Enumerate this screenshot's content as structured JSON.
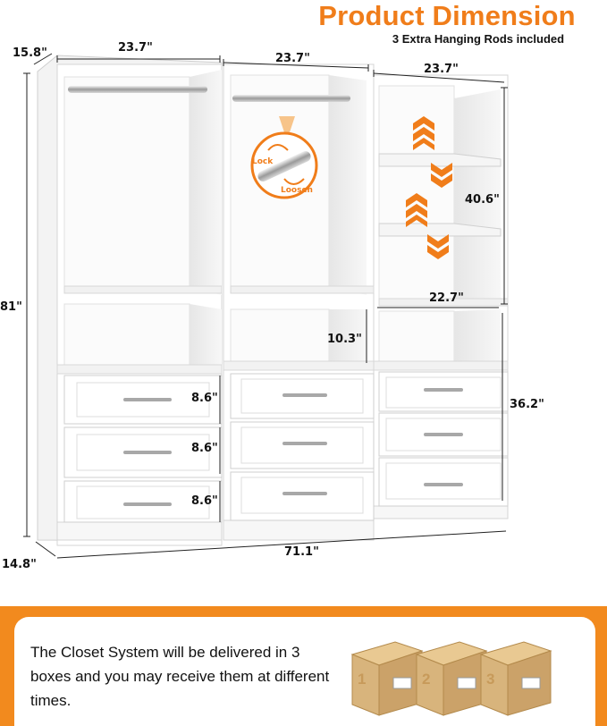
{
  "header": {
    "title": "Product Dimension",
    "subtitle": "3 Extra Hanging Rods included"
  },
  "dimensions": {
    "depth_top": "15.8\"",
    "width_left": "23.7\"",
    "width_middle": "23.7\"",
    "width_right": "23.7\"",
    "total_height": "81\"",
    "shelf_height": "40.6\"",
    "shelf_width": "22.7\"",
    "open_cubby": "10.3\"",
    "drawer_height_1": "8.6\"",
    "drawer_height_2": "8.6\"",
    "drawer_height_3": "8.6\"",
    "lower_height": "36.2\"",
    "depth_bottom": "14.8\"",
    "total_width": "71.1\""
  },
  "callout": {
    "lock_label": "Lock",
    "loosen_label": "Loosen"
  },
  "banner": {
    "note": "The Closet System will be delivered in 3 boxes and you may receive them at different times.",
    "box_numbers": [
      "1",
      "2",
      "3"
    ]
  },
  "colors": {
    "accent": "#f07d1a",
    "cabinet": "#ffffff",
    "box": "#d8b47c"
  }
}
